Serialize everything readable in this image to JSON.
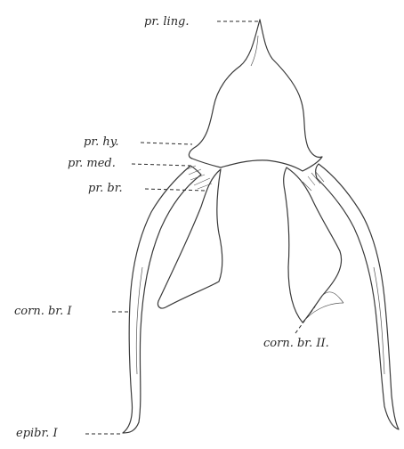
{
  "labels": {
    "pr_ling": "pr. ling.",
    "pr_hy": "pr. hy.",
    "pr_med": "pr. med.",
    "pr_br": "pr. br.",
    "corn_br_I": "corn. br. I",
    "corn_br_II": "corn. br. II.",
    "epibr_I": "epibr. I"
  }
}
